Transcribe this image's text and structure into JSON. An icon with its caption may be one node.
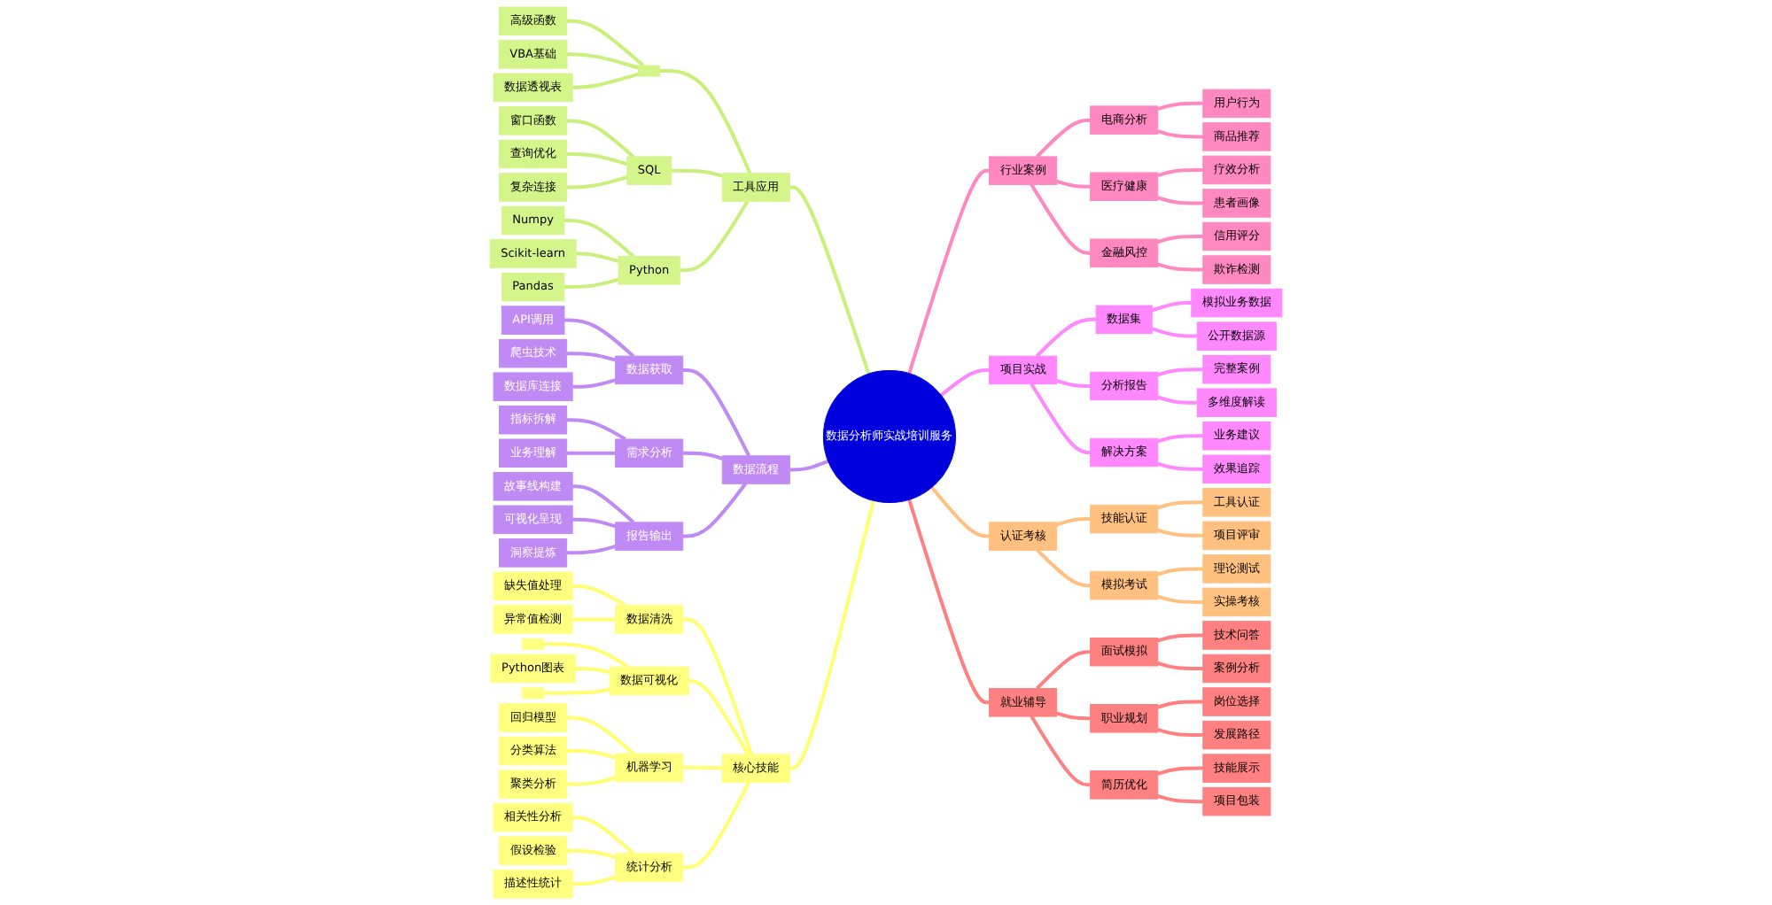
{
  "diagram": {
    "nodes": [
      {
        "text": [
          "数据分析师实战培训服务"
        ]
      },
      {
        "text": [
          "工具应用"
        ]
      },
      {
        "text": [],
        "shape": "box"
      },
      {
        "text": [
          "高级函数"
        ]
      },
      {
        "text": [
          "VBA基础"
        ]
      },
      {
        "text": [
          "数据透视表"
        ]
      },
      {
        "text": [
          "SQL"
        ]
      },
      {
        "text": [
          "窗口函数"
        ]
      },
      {
        "text": [
          "查询优化"
        ]
      },
      {
        "text": [
          "复杂连接"
        ]
      },
      {
        "text": [
          "Python"
        ]
      },
      {
        "text": [
          "Numpy"
        ]
      },
      {
        "text": [
          "Scikit-learn"
        ]
      },
      {
        "text": [
          "Pandas"
        ]
      },
      {
        "text": [
          "数据流程"
        ]
      },
      {
        "text": [
          "数据获取"
        ]
      },
      {
        "text": [
          "API调用"
        ]
      },
      {
        "text": [
          "爬虫技术"
        ]
      },
      {
        "text": [
          "数据库连接"
        ]
      },
      {
        "text": [
          "需求分析"
        ]
      },
      {
        "text": [
          "指标拆解"
        ]
      },
      {
        "text": [
          "业务理解"
        ]
      },
      {
        "text": [
          "报告输出"
        ]
      },
      {
        "text": [
          "故事线构建"
        ]
      },
      {
        "text": [
          "可视化呈现"
        ]
      },
      {
        "text": [
          "洞察提炼"
        ]
      },
      {
        "text": [
          "行业案例"
        ]
      },
      {
        "text": [
          "电商分析"
        ]
      },
      {
        "text": [
          "用户行为"
        ]
      },
      {
        "text": [
          "商品推荐"
        ]
      },
      {
        "text": [
          "医疗健康"
        ]
      },
      {
        "text": [
          "疗效分析"
        ]
      },
      {
        "text": [
          "患者画像"
        ]
      },
      {
        "text": [
          "金融风控"
        ]
      },
      {
        "text": [
          "信用评分"
        ]
      },
      {
        "text": [
          "欺诈检测"
        ]
      },
      {
        "text": [
          "项目实战"
        ]
      },
      {
        "text": [
          "数据集"
        ]
      },
      {
        "text": [
          "模拟业务数据"
        ]
      },
      {
        "text": [
          "公开数据源"
        ]
      },
      {
        "text": [
          "分析报告"
        ]
      },
      {
        "text": [
          "完整案例"
        ]
      },
      {
        "text": [
          "多维度解读"
        ]
      },
      {
        "text": [
          "解决方案"
        ]
      },
      {
        "text": [
          "业务建议"
        ]
      },
      {
        "text": [
          "效果追踪"
        ]
      },
      {
        "text": [
          "认证考核"
        ]
      },
      {
        "text": [
          "技能认证"
        ]
      },
      {
        "text": [
          "工具认证"
        ]
      },
      {
        "text": [
          "项目评审"
        ]
      },
      {
        "text": [
          "模拟考试"
        ]
      },
      {
        "text": [
          "理论测试"
        ]
      },
      {
        "text": [
          "实操考核"
        ]
      },
      {
        "text": [
          "就业辅导"
        ]
      },
      {
        "text": [
          "面试模拟"
        ]
      },
      {
        "text": [
          "技术问答"
        ]
      },
      {
        "text": [
          "案例分析"
        ]
      },
      {
        "text": [
          "职业规划"
        ]
      },
      {
        "text": [
          "岗位选择"
        ]
      },
      {
        "text": [
          "发展路径"
        ]
      },
      {
        "text": [
          "简历优化"
        ]
      },
      {
        "text": [
          "技能展示"
        ]
      },
      {
        "text": [
          "项目包装"
        ]
      },
      {
        "text": [
          "核心技能"
        ]
      },
      {
        "text": [
          "数据清洗"
        ]
      },
      {
        "text": [
          "缺失值处理"
        ]
      },
      {
        "text": [
          "异常值检测"
        ]
      },
      {
        "text": [
          "数据可视化"
        ]
      },
      {
        "text": [],
        "shape": "box"
      },
      {
        "text": [
          "Python图表"
        ]
      },
      {
        "text": [],
        "shape": "box"
      },
      {
        "text": [
          "机器学习"
        ]
      },
      {
        "text": [
          "回归模型"
        ]
      },
      {
        "text": [
          "分类算法"
        ]
      },
      {
        "text": [
          "聚类分析"
        ]
      },
      {
        "text": [
          "统计分析"
        ]
      },
      {
        "text": [
          "相关性分析"
        ]
      },
      {
        "text": [
          "假设检验"
        ]
      },
      {
        "text": [
          "描述性统计"
        ]
      }
    ],
    "edges": [
      {
        "from": 1,
        "to": 0,
        "arrow": "none",
        "color": "#c8f07a"
      },
      {
        "from": 2,
        "to": 1,
        "arrow": "none",
        "color": "#c8f07a"
      },
      {
        "from": 3,
        "to": 2,
        "arrow": "none",
        "color": "#c8f07a"
      },
      {
        "from": 4,
        "to": 2,
        "arrow": "none",
        "color": "#c8f07a"
      },
      {
        "from": 5,
        "to": 2,
        "arrow": "none",
        "color": "#c8f07a"
      },
      {
        "from": 6,
        "to": 1,
        "arrow": "none",
        "color": "#c8f07a"
      },
      {
        "from": 7,
        "to": 6,
        "arrow": "none",
        "color": "#c8f07a"
      },
      {
        "from": 8,
        "to": 6,
        "arrow": "none",
        "color": "#c8f07a"
      },
      {
        "from": 9,
        "to": 6,
        "arrow": "none",
        "color": "#c8f07a"
      },
      {
        "from": 10,
        "to": 1,
        "arrow": "none",
        "color": "#c8f07a"
      },
      {
        "from": 11,
        "to": 10,
        "arrow": "none",
        "color": "#c8f07a"
      },
      {
        "from": 12,
        "to": 10,
        "arrow": "none",
        "color": "#c8f07a"
      },
      {
        "from": 13,
        "to": 10,
        "arrow": "none",
        "color": "#c8f07a"
      },
      {
        "from": 14,
        "to": 0,
        "arrow": "none",
        "color": "#c08af5"
      },
      {
        "from": 15,
        "to": 14,
        "arrow": "none",
        "color": "#c08af5"
      },
      {
        "from": 16,
        "to": 15,
        "arrow": "none",
        "color": "#c08af5"
      },
      {
        "from": 17,
        "to": 15,
        "arrow": "none",
        "color": "#c08af5"
      },
      {
        "from": 18,
        "to": 15,
        "arrow": "none",
        "color": "#c08af5"
      },
      {
        "from": 19,
        "to": 14,
        "arrow": "none",
        "color": "#c08af5"
      },
      {
        "from": 20,
        "to": 19,
        "arrow": "none",
        "color": "#c08af5"
      },
      {
        "from": 21,
        "to": 19,
        "arrow": "none",
        "color": "#c08af5"
      },
      {
        "from": 22,
        "to": 14,
        "arrow": "none",
        "color": "#c08af5"
      },
      {
        "from": 23,
        "to": 22,
        "arrow": "none",
        "color": "#c08af5"
      },
      {
        "from": 24,
        "to": 22,
        "arrow": "none",
        "color": "#c08af5"
      },
      {
        "from": 25,
        "to": 22,
        "arrow": "none",
        "color": "#c08af5"
      },
      {
        "from": 0,
        "to": 26,
        "arrow": "none",
        "color": "#ff88c0"
      },
      {
        "from": 26,
        "to": 27,
        "arrow": "none",
        "color": "#ff88c0"
      },
      {
        "from": 27,
        "to": 28,
        "arrow": "none",
        "color": "#ff88c0"
      },
      {
        "from": 27,
        "to": 29,
        "arrow": "none",
        "color": "#ff88c0"
      },
      {
        "from": 26,
        "to": 30,
        "arrow": "none",
        "color": "#ff88c0"
      },
      {
        "from": 30,
        "to": 31,
        "arrow": "none",
        "color": "#ff88c0"
      },
      {
        "from": 30,
        "to": 32,
        "arrow": "none",
        "color": "#ff88c0"
      },
      {
        "from": 26,
        "to": 33,
        "arrow": "none",
        "color": "#ff88c0"
      },
      {
        "from": 33,
        "to": 34,
        "arrow": "none",
        "color": "#ff88c0"
      },
      {
        "from": 33,
        "to": 35,
        "arrow": "none",
        "color": "#ff88c0"
      },
      {
        "from": 0,
        "to": 36,
        "arrow": "none",
        "color": "#ff88ff"
      },
      {
        "from": 36,
        "to": 37,
        "arrow": "none",
        "color": "#ff88ff"
      },
      {
        "from": 37,
        "to": 38,
        "arrow": "none",
        "color": "#ff88ff"
      },
      {
        "from": 37,
        "to": 39,
        "arrow": "none",
        "color": "#ff88ff"
      },
      {
        "from": 36,
        "to": 40,
        "arrow": "none",
        "color": "#ff88ff"
      },
      {
        "from": 40,
        "to": 41,
        "arrow": "none",
        "color": "#ff88ff"
      },
      {
        "from": 40,
        "to": 42,
        "arrow": "none",
        "color": "#ff88ff"
      },
      {
        "from": 36,
        "to": 43,
        "arrow": "none",
        "color": "#ff88ff"
      },
      {
        "from": 43,
        "to": 44,
        "arrow": "none",
        "color": "#ff88ff"
      },
      {
        "from": 43,
        "to": 45,
        "arrow": "none",
        "color": "#ff88ff"
      },
      {
        "from": 0,
        "to": 46,
        "arrow": "none",
        "color": "#ffc080"
      },
      {
        "from": 46,
        "to": 47,
        "arrow": "none",
        "color": "#ffc080"
      },
      {
        "from": 47,
        "to": 48,
        "arrow": "none",
        "color": "#ffc080"
      },
      {
        "from": 47,
        "to": 49,
        "arrow": "none",
        "color": "#ffc080"
      },
      {
        "from": 46,
        "to": 50,
        "arrow": "none",
        "color": "#ffc080"
      },
      {
        "from": 50,
        "to": 51,
        "arrow": "none",
        "color": "#ffc080"
      },
      {
        "from": 50,
        "to": 52,
        "arrow": "none",
        "color": "#ffc080"
      },
      {
        "from": 0,
        "to": 53,
        "arrow": "none",
        "color": "#ff8080"
      },
      {
        "from": 53,
        "to": 54,
        "arrow": "none",
        "color": "#ff8080"
      },
      {
        "from": 54,
        "to": 55,
        "arrow": "none",
        "color": "#ff8080"
      },
      {
        "from": 54,
        "to": 56,
        "arrow": "none",
        "color": "#ff8080"
      },
      {
        "from": 53,
        "to": 57,
        "arrow": "none",
        "color": "#ff8080"
      },
      {
        "from": 57,
        "to": 58,
        "arrow": "none",
        "color": "#ff8080"
      },
      {
        "from": 57,
        "to": 59,
        "arrow": "none",
        "color": "#ff8080"
      },
      {
        "from": 53,
        "to": 60,
        "arrow": "none",
        "color": "#ff8080"
      },
      {
        "from": 60,
        "to": 61,
        "arrow": "none",
        "color": "#ff8080"
      },
      {
        "from": 60,
        "to": 62,
        "arrow": "none",
        "color": "#ff8080"
      },
      {
        "from": 63,
        "to": 0,
        "arrow": "none",
        "color": "#ffff70"
      },
      {
        "from": 64,
        "to": 63,
        "arrow": "none",
        "color": "#ffff70"
      },
      {
        "from": 65,
        "to": 64,
        "arrow": "none",
        "color": "#ffff70"
      },
      {
        "from": 66,
        "to": 64,
        "arrow": "none",
        "color": "#ffff70"
      },
      {
        "from": 67,
        "to": 63,
        "arrow": "none",
        "color": "#ffff70"
      },
      {
        "from": 68,
        "to": 67,
        "arrow": "none",
        "color": "#ffff70"
      },
      {
        "from": 69,
        "to": 67,
        "arrow": "none",
        "color": "#ffff70"
      },
      {
        "from": 70,
        "to": 67,
        "arrow": "none",
        "color": "#ffff70"
      },
      {
        "from": 71,
        "to": 63,
        "arrow": "none",
        "color": "#ffff70"
      },
      {
        "from": 72,
        "to": 71,
        "arrow": "none",
        "color": "#ffff70"
      },
      {
        "from": 73,
        "to": 71,
        "arrow": "none",
        "color": "#ffff70"
      },
      {
        "from": 74,
        "to": 71,
        "arrow": "none",
        "color": "#ffff70"
      },
      {
        "from": 75,
        "to": 63,
        "arrow": "none",
        "color": "#ffff70"
      },
      {
        "from": 76,
        "to": 75,
        "arrow": "none",
        "color": "#ffff70"
      },
      {
        "from": 77,
        "to": 75,
        "arrow": "none",
        "color": "#ffff70"
      },
      {
        "from": 78,
        "to": 75,
        "arrow": "none",
        "color": "#ffff70"
      }
    ]
  }
}
